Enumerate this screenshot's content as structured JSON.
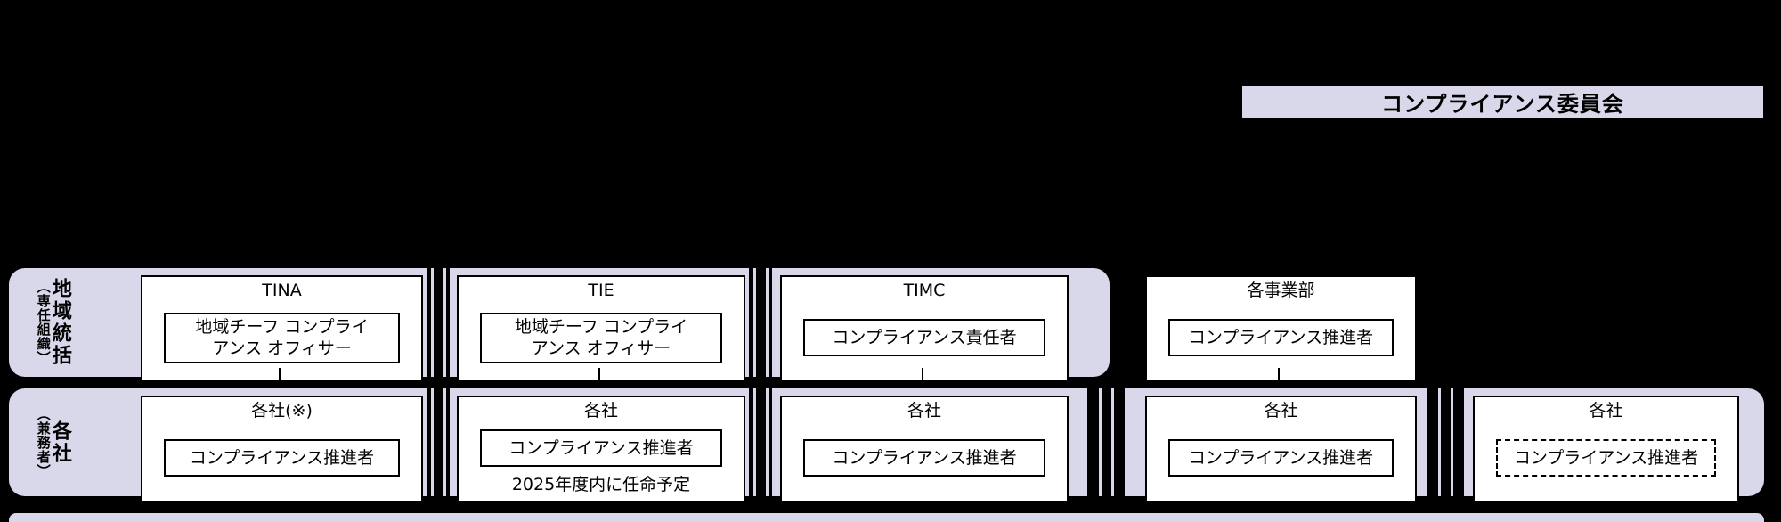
{
  "colors": {
    "background": "#000000",
    "panel": "#d9d8ea",
    "box_background": "#ffffff",
    "line": "#000000"
  },
  "committee": {
    "label": "コンプライアンス委員会"
  },
  "regional_row": {
    "side_label_main": "地域統括",
    "side_label_sub": "（専任組織）",
    "boxes": [
      {
        "title": "TINA",
        "role_lines": [
          "地域チーフ コンプライ",
          "アンス オフィサー"
        ]
      },
      {
        "title": "TIE",
        "role_lines": [
          "地域チーフ コンプライ",
          "アンス オフィサー"
        ]
      },
      {
        "title": "TIMC",
        "role": "コンプライアンス責任者"
      }
    ]
  },
  "division_box": {
    "title": "各事業部",
    "role": "コンプライアンス推進者"
  },
  "company_row": {
    "side_label_main": "各社",
    "side_label_sub": "（兼務者）",
    "boxes": [
      {
        "title": "各社(※)",
        "role": "コンプライアンス推進者"
      },
      {
        "title": "各社",
        "role": "コンプライアンス推進者",
        "note": "2025年度内に任命予定"
      },
      {
        "title": "各社",
        "role": "コンプライアンス推進者"
      },
      {
        "title": "各社",
        "role": "コンプライアンス推進者"
      },
      {
        "title": "各社",
        "role": "コンプライアンス推進者"
      }
    ]
  }
}
